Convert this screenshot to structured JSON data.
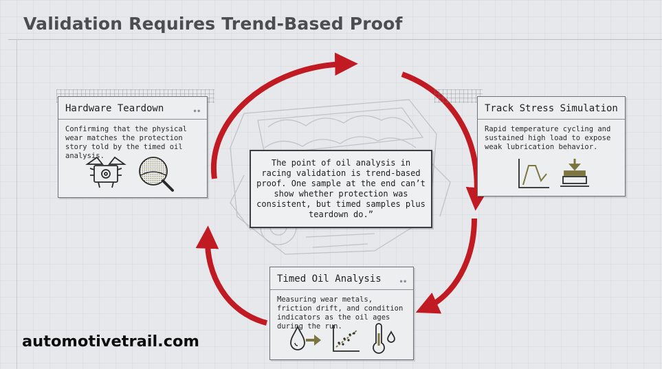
{
  "title": "Validation Requires Trend-Based Proof",
  "center_quote": "The point of oil analysis in racing validation is trend-based proof. One sample at the end can’t show whether protection was consistent, but timed samples plus teardown do.”",
  "cards": {
    "hardware": {
      "heading": "Hardware Teardown",
      "body": "Confirming that the physical wear matches the protection story told by the timed oil analysis.",
      "icons": [
        "engine-block-icon",
        "magnifier-icon"
      ]
    },
    "track": {
      "heading": "Track Stress Simulation",
      "body": "Rapid temperature cycling and sustained high load to expose weak lubrication behavior.",
      "icons": [
        "temperature-cycle-chart-icon",
        "load-press-icon"
      ]
    },
    "oil": {
      "heading": "Timed Oil Analysis",
      "body": "Measuring wear metals, friction drift, and condition indicators as the oil ages during the run.",
      "icons": [
        "oil-drop-arrow-icon",
        "trend-scatter-icon",
        "thermometer-drop-icon"
      ]
    }
  },
  "watermark": "automotivetrail.com",
  "colors": {
    "arrow": "#c01a22",
    "accent_olive": "#7d7540",
    "ink": "#1f1f1f"
  }
}
